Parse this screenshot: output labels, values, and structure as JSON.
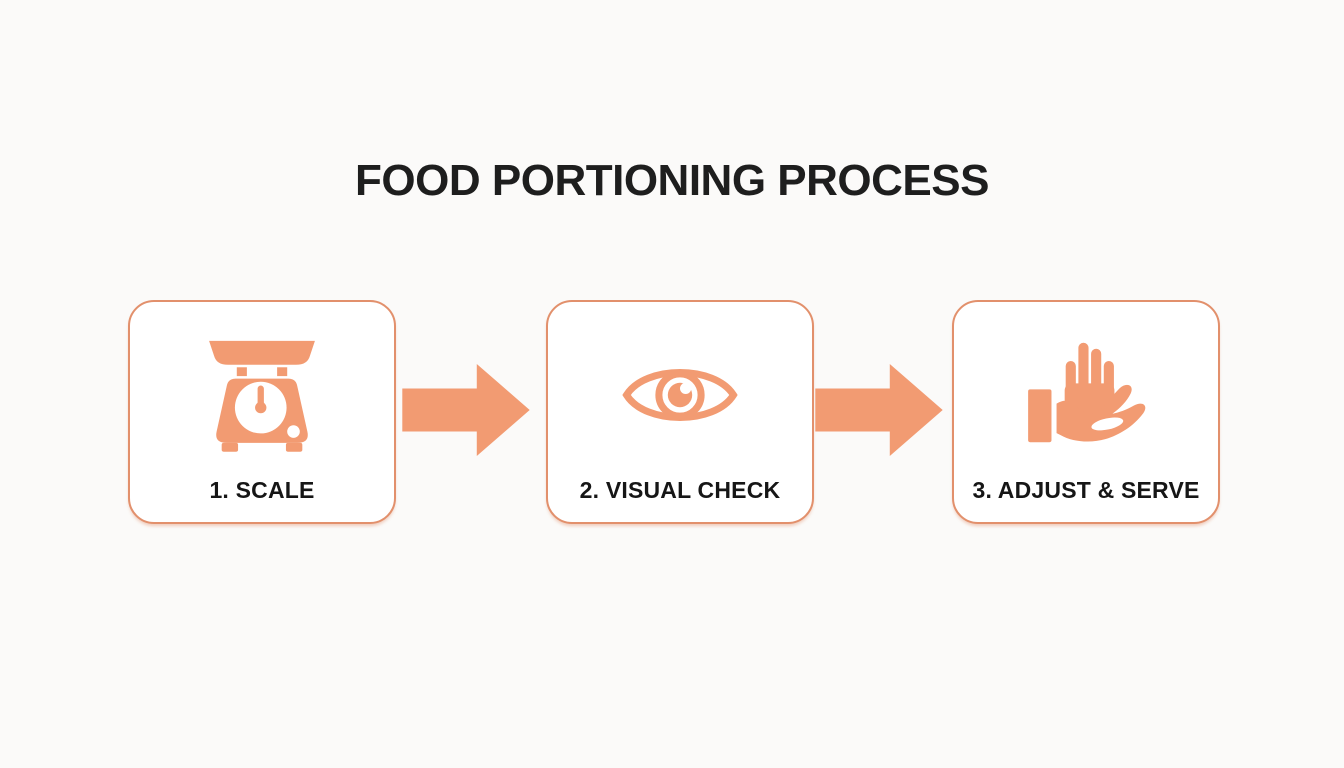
{
  "title": "FOOD PORTIONING PROCESS",
  "colors": {
    "accent": "#F29B72",
    "border": "#E2906C",
    "text": "#1E1E1E",
    "bg": "#FBFAF9"
  },
  "steps": [
    {
      "label": "1. SCALE",
      "icon": "kitchen-scale-icon"
    },
    {
      "label": "2. VISUAL CHECK",
      "icon": "eye-icon"
    },
    {
      "label": "3. ADJUST & SERVE",
      "icon": "giving-hand-icon"
    }
  ],
  "connectors": [
    {
      "icon": "arrow-right-icon"
    },
    {
      "icon": "arrow-right-icon"
    }
  ]
}
